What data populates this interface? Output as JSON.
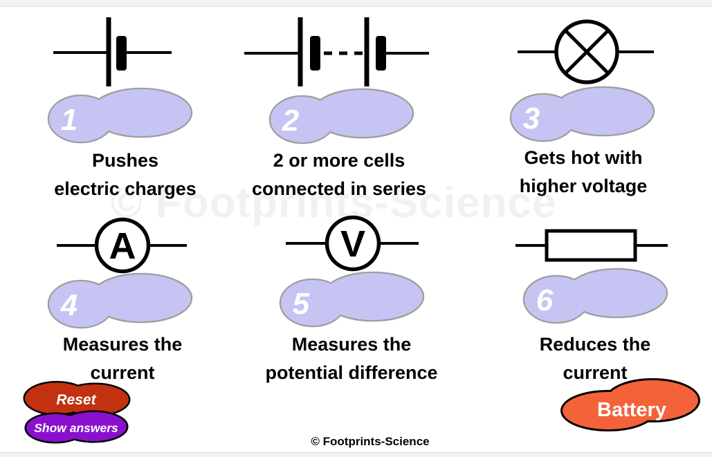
{
  "watermark": {
    "text": "© Footprints-Science"
  },
  "footer": {
    "copyright": "© Footprints-Science"
  },
  "items": [
    {
      "number": "1",
      "symbol": "cell",
      "caption_line1": "Pushes",
      "caption_line2": "electric charges"
    },
    {
      "number": "2",
      "symbol": "battery",
      "caption_line1": "2 or more cells",
      "caption_line2": "connected in series"
    },
    {
      "number": "3",
      "symbol": "lamp",
      "caption_line1": "Gets hot with",
      "caption_line2": "higher voltage"
    },
    {
      "number": "4",
      "symbol": "ammeter",
      "caption_line1": "Measures the",
      "caption_line2": "current"
    },
    {
      "number": "5",
      "symbol": "voltmeter",
      "caption_line1": "Measures the",
      "caption_line2": "potential difference"
    },
    {
      "number": "6",
      "symbol": "resistor",
      "caption_line1": "Reduces the",
      "caption_line2": "current"
    }
  ],
  "meters": {
    "ammeter_letter": "A",
    "voltmeter_letter": "V"
  },
  "buttons": {
    "reset": "Reset",
    "show_answers": "Show answers"
  },
  "answer_labels": [
    {
      "label": "Battery"
    }
  ],
  "colors": {
    "drop_zone_fill": "#c5c4f2",
    "drop_zone_border": "#9e9e9e",
    "reset_fill": "#c23110",
    "show_answers_fill": "#8911cd",
    "battery_fill": "#f4623a",
    "button_text": "#ffffff",
    "caption_text": "#000000",
    "watermark_color": "#f1f1f1"
  }
}
